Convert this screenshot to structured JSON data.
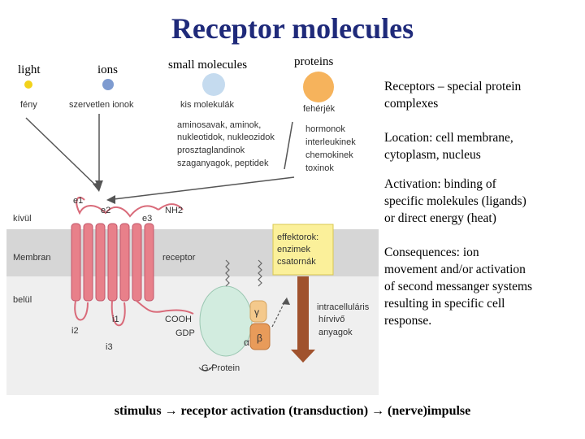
{
  "title": "Receptor molecules",
  "categories": {
    "light": "light",
    "ions": "ions",
    "small": "small molecules",
    "proteins": "proteins"
  },
  "figure_labels": {
    "feny": "fény",
    "ions_hu": "szervetlen ionok",
    "small_hu": "kis molekulák",
    "proteins_hu": "fehérjék",
    "small_list": [
      "aminosavak, aminok,",
      "nukleotidok, nukleozidok",
      "prosztaglandinok",
      "szaganyagok, peptidek"
    ],
    "protein_list": [
      "hormonok",
      "interleukinek",
      "chemokinek",
      "toxinok"
    ],
    "kivul": "kívül",
    "membran": "Membran",
    "belul": "belül",
    "e1": "e1",
    "e2": "e2",
    "e3": "e3",
    "nh2": "NH2",
    "i1": "i1",
    "i2": "i2",
    "i3": "i3",
    "receptor": "receptor",
    "cooh": "COOH",
    "gdp": "GDP",
    "alpha": "α",
    "gamma": "γ",
    "beta": "β",
    "gprotein": "G-Protein",
    "effector": [
      "effektorok:",
      "enzimek",
      "csatornák"
    ],
    "second": [
      "intracelluláris",
      "hírvivő",
      "anyagok"
    ]
  },
  "bullets": [
    [
      "Receptors – special protein",
      "complexes"
    ],
    [
      "Location: cell membrane,",
      "cytoplasm, nucleus"
    ],
    [
      "Activation: binding of",
      "specific molekules (ligands)",
      "or direct energy (heat)"
    ],
    [
      "Consequences: ion",
      "movement and/or activation",
      "of second messanger systems",
      "resulting in specific cell",
      "response."
    ]
  ],
  "bottom_line": "stimulus → receptor activation (transduction) →  (nerve)impulse",
  "colors": {
    "title": "#1f2a7a",
    "light_dot": "#f2d21a",
    "ion_dot": "#7e9bd0",
    "small_dot": "#c5dbef",
    "protein_dot": "#f6b35c",
    "receptor_pink": "#e8808a",
    "membrane": "#d6d6d6",
    "effector_box": "#fbf09a",
    "gprotein_teal": "#d2ecdf"
  }
}
